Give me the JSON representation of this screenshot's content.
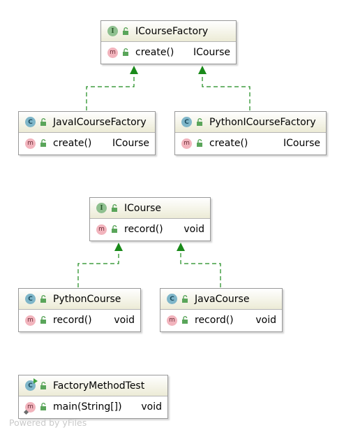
{
  "colors": {
    "edge": "#1a8a1a",
    "header_gradient_bottom": "#ecebd6",
    "border": "#999999"
  },
  "nodes": {
    "icourse_factory": {
      "kind_badge": "I",
      "name": "ICourseFactory",
      "members": [
        {
          "badge": "m",
          "name": "create()",
          "type": "ICourse"
        }
      ]
    },
    "java_icourse_factory": {
      "kind_badge": "C",
      "name": "JavaICourseFactory",
      "members": [
        {
          "badge": "m",
          "name": "create()",
          "type": "ICourse"
        }
      ]
    },
    "python_icourse_factory": {
      "kind_badge": "C",
      "name": "PythonICourseFactory",
      "members": [
        {
          "badge": "m",
          "name": "create()",
          "type": "ICourse"
        }
      ]
    },
    "icourse": {
      "kind_badge": "I",
      "name": "ICourse",
      "members": [
        {
          "badge": "m",
          "name": "record()",
          "type": "void"
        }
      ]
    },
    "python_course": {
      "kind_badge": "C",
      "name": "PythonCourse",
      "members": [
        {
          "badge": "m",
          "name": "record()",
          "type": "void"
        }
      ]
    },
    "java_course": {
      "kind_badge": "C",
      "name": "JavaCourse",
      "members": [
        {
          "badge": "m",
          "name": "record()",
          "type": "void"
        }
      ]
    },
    "factory_method_test": {
      "kind_badge": "C",
      "name": "FactoryMethodTest",
      "members": [
        {
          "badge": "m",
          "name": "main(String[])",
          "type": "void"
        }
      ]
    }
  },
  "edges": [
    {
      "from": "java_icourse_factory",
      "to": "icourse_factory",
      "relation": "implements"
    },
    {
      "from": "python_icourse_factory",
      "to": "icourse_factory",
      "relation": "implements"
    },
    {
      "from": "python_course",
      "to": "icourse",
      "relation": "implements"
    },
    {
      "from": "java_course",
      "to": "icourse",
      "relation": "implements"
    }
  ],
  "watermark": "Powered by yFiles"
}
